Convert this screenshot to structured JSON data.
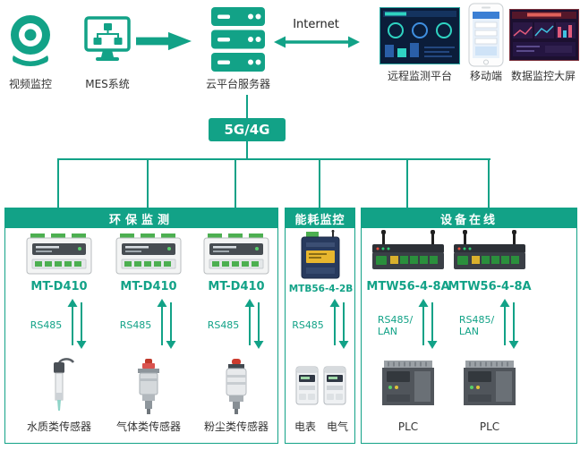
{
  "colors": {
    "accent": "#12a287"
  },
  "top": {
    "video_label": "视频监控",
    "mes_label": "MES系统",
    "cloud_label": "云平台服务器",
    "internet_label": "Internet",
    "remote_label": "远程监测平台",
    "mobile_label": "移动端",
    "screen_label": "数据监控大屏"
  },
  "network_badge": "5G/4G",
  "groups": [
    {
      "title": "环保监测",
      "columns": [
        {
          "device": "MT-D410",
          "bus": "RS485",
          "endpoint": "水质类传感器"
        },
        {
          "device": "MT-D410",
          "bus": "RS485",
          "endpoint": "气体类传感器"
        },
        {
          "device": "MT-D410",
          "bus": "RS485",
          "endpoint": "粉尘类传感器"
        }
      ]
    },
    {
      "title": "能耗监控",
      "columns": [
        {
          "device": "MTB56-4-2B",
          "bus": "RS485",
          "endpoints": [
            "电表",
            "电气"
          ]
        }
      ]
    },
    {
      "title": "设备在线",
      "columns": [
        {
          "device": "MTW56-4-8A",
          "bus": "RS485/",
          "bus2": "LAN",
          "endpoint": "PLC"
        },
        {
          "device": "MTW56-4-8A",
          "bus": "RS485/",
          "bus2": "LAN",
          "endpoint": "PLC"
        }
      ]
    }
  ]
}
